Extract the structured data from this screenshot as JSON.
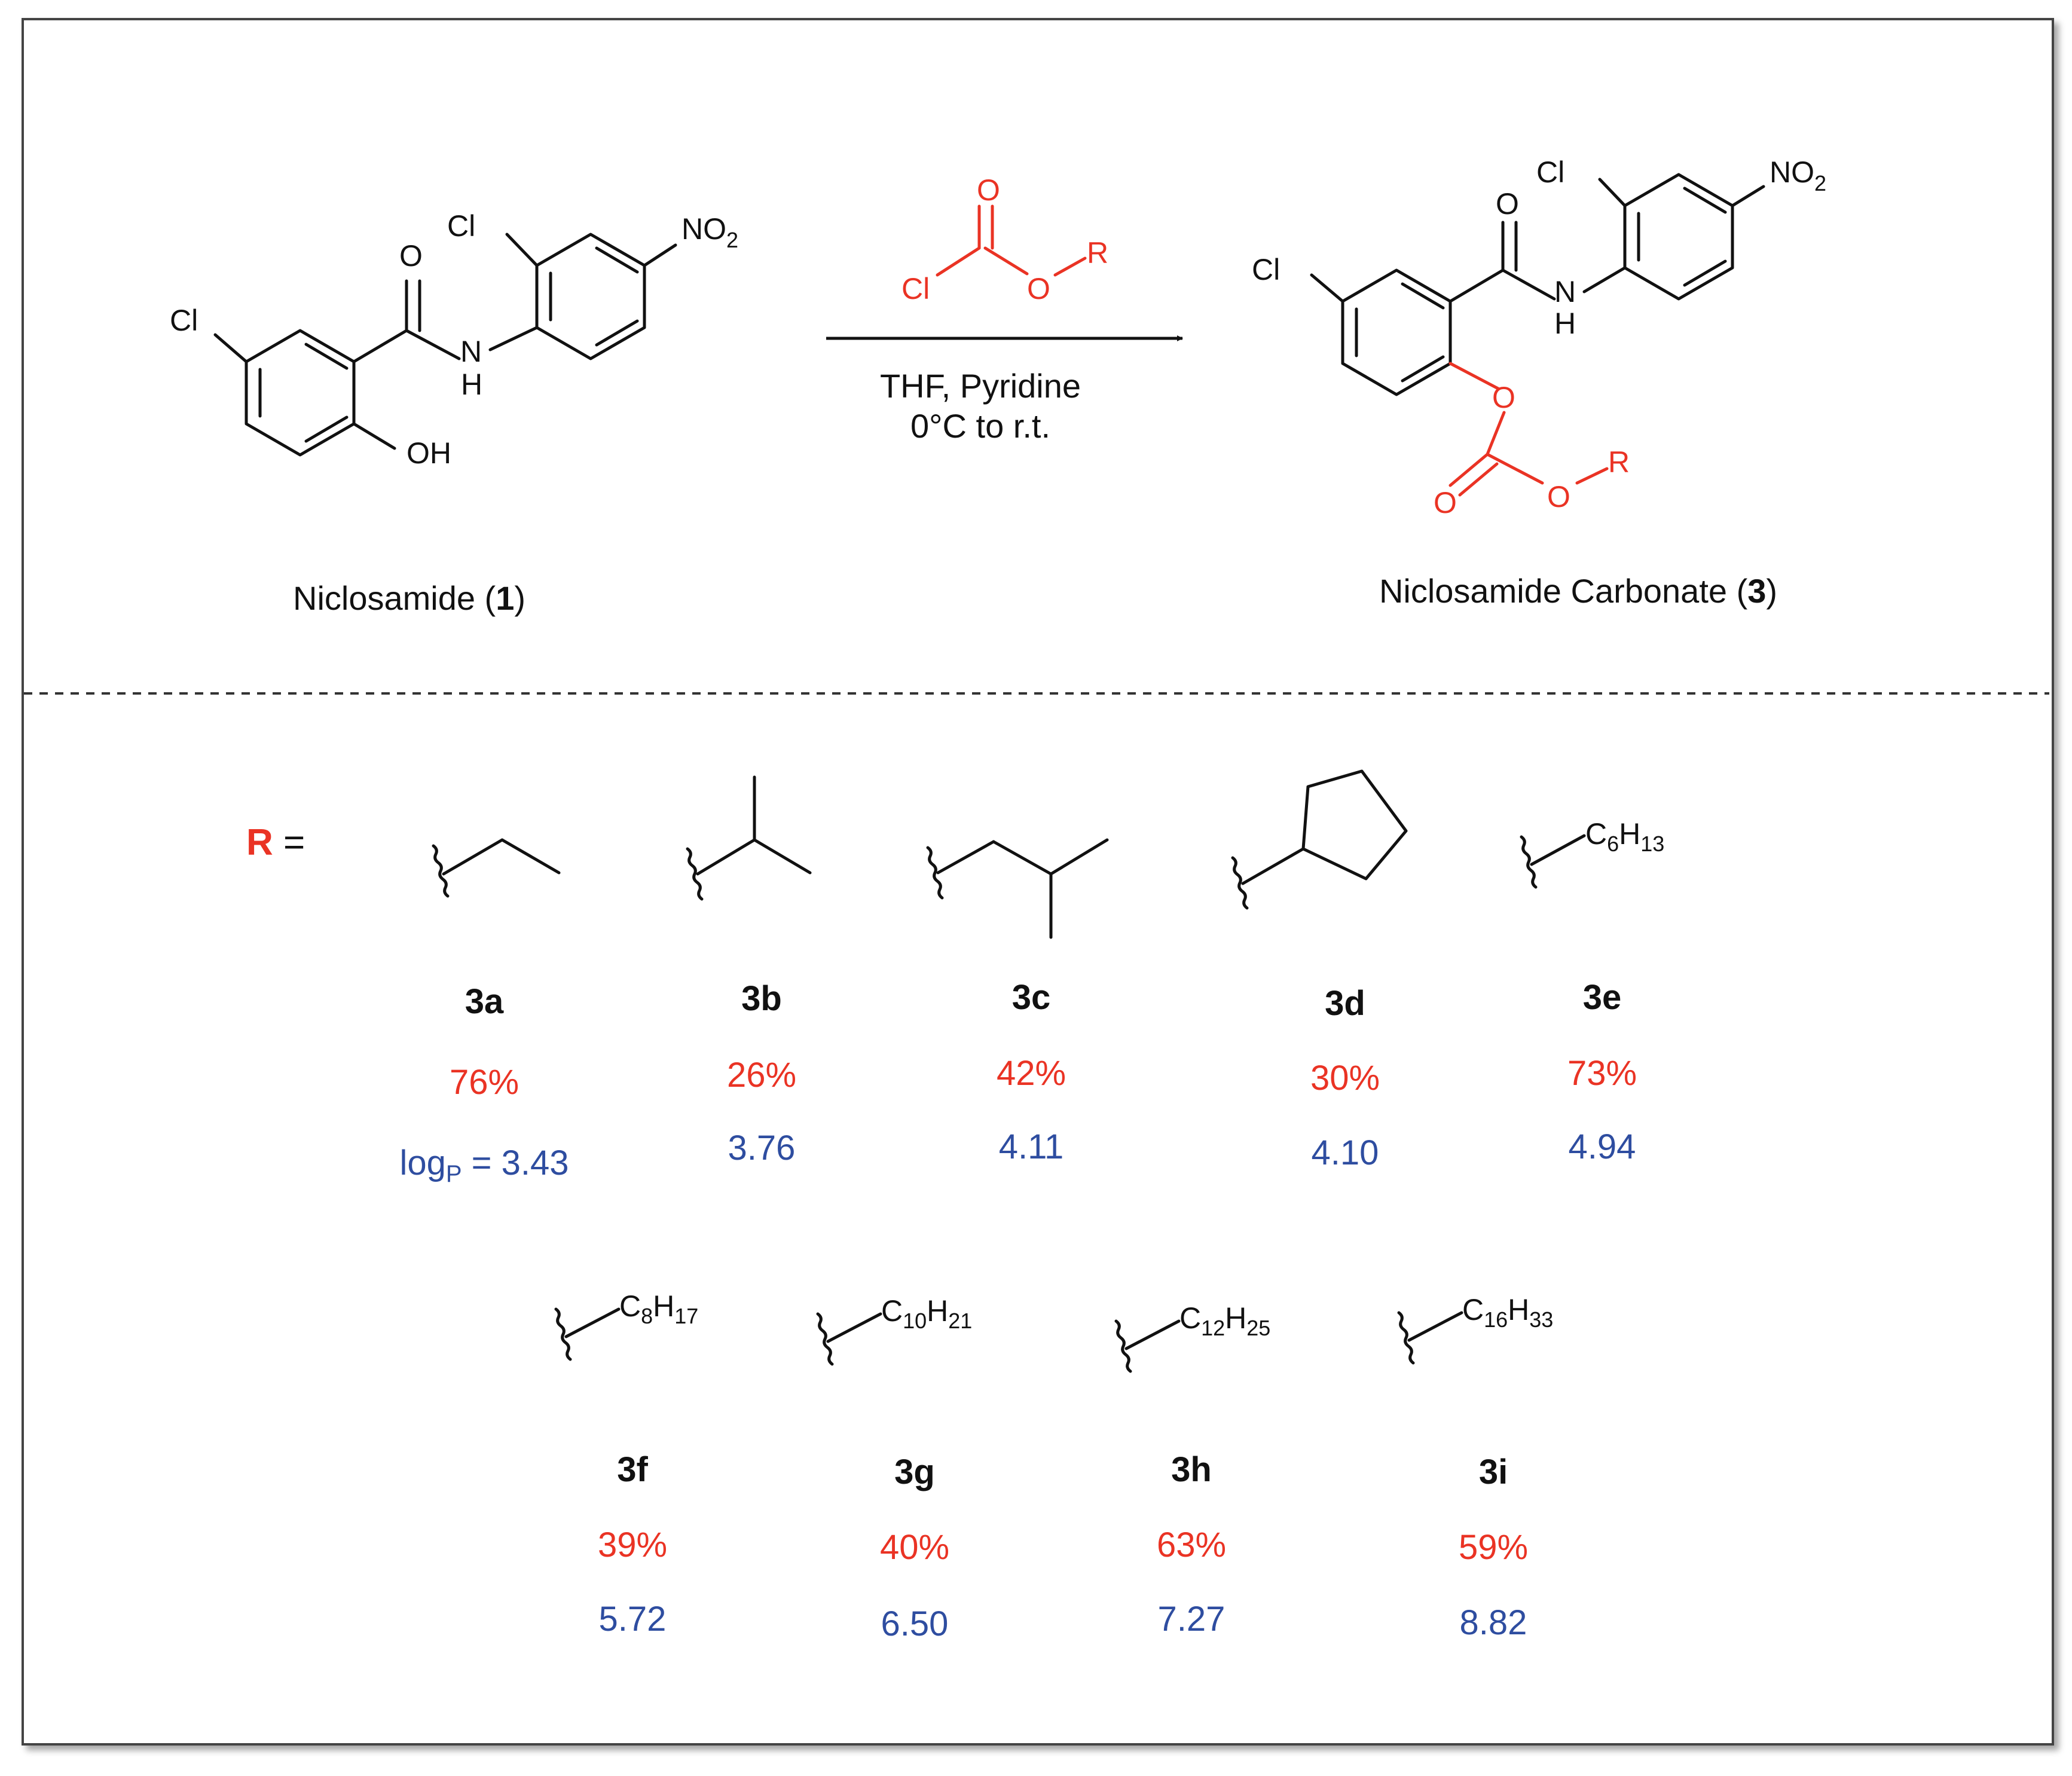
{
  "reaction": {
    "reactant_name": "Niclosamide (",
    "reactant_number": "1",
    "reactant_close": ")",
    "product_name": "Niclosamide Carbonate (",
    "product_number": "3",
    "product_close": ")",
    "conditions_line1": "THF, Pyridine",
    "conditions_line2": "0°C to r.t.",
    "atoms": {
      "Cl": "Cl",
      "O": "O",
      "NH_N": "N",
      "NH_H": "H",
      "OH": "OH",
      "NO2_main": "NO",
      "NO2_sub": "2",
      "R": "R"
    }
  },
  "r_label": {
    "r": "R",
    "eq": " ="
  },
  "subst_formulas": {
    "e": {
      "C": "C",
      "n1": "6",
      "H": "H",
      "n2": "13"
    },
    "f": {
      "C": "C",
      "n1": "8",
      "H": "H",
      "n2": "17"
    },
    "g": {
      "C": "C",
      "n1": "10",
      "H": "H",
      "n2": "21"
    },
    "h": {
      "C": "C",
      "n1": "12",
      "H": "H",
      "n2": "25"
    },
    "i": {
      "C": "C",
      "n1": "16",
      "H": "H",
      "n2": "33"
    }
  },
  "logp_prefix": {
    "main": "log",
    "sub": "P",
    "rest": " = "
  },
  "compounds": [
    {
      "id": "3a",
      "yield": "76%",
      "logp": "3.43"
    },
    {
      "id": "3b",
      "yield": "26%",
      "logp": "3.76"
    },
    {
      "id": "3c",
      "yield": "42%",
      "logp": "4.11"
    },
    {
      "id": "3d",
      "yield": "30%",
      "logp": "4.10"
    },
    {
      "id": "3e",
      "yield": "73%",
      "logp": "4.94"
    },
    {
      "id": "3f",
      "yield": "39%",
      "logp": "5.72"
    },
    {
      "id": "3g",
      "yield": "40%",
      "logp": "6.50"
    },
    {
      "id": "3h",
      "yield": "63%",
      "logp": "7.27"
    },
    {
      "id": "3i",
      "yield": "59%",
      "logp": "8.82"
    }
  ],
  "colors": {
    "highlight": "#ea3324",
    "logp": "#2e4da0",
    "ink": "#111111"
  }
}
